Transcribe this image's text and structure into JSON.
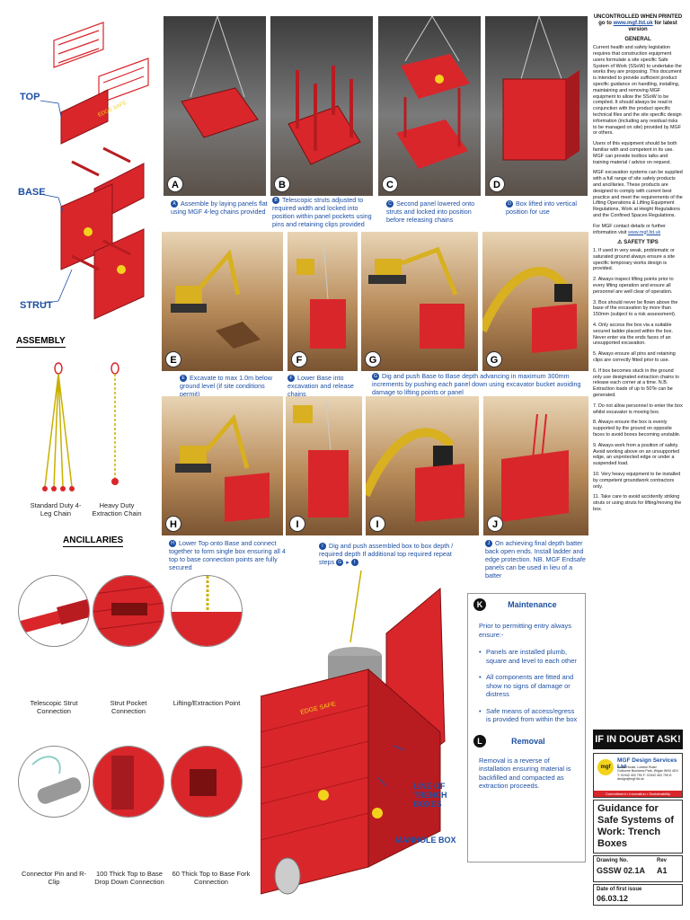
{
  "header": {
    "uncontrolled_line1": "UNCONTROLLED WHEN PRINTED",
    "uncontrolled_line2_pre": "go to",
    "uncontrolled_link": "www.mgf.ltd.uk",
    "uncontrolled_line2_post": "for latest version"
  },
  "general": {
    "title": "GENERAL",
    "p1": "Current health and safety legislation requires that construction equipment users formulate a site specific Safe System of Work (SSoW) to undertake the works they are proposing. This document is intended to provide sufficient product specific guidance on handling, installing, maintaining and removing MGF equipment to allow the SSoW to be compiled. It should always be read in conjunction with the product specific technical files and the site specific design information (including any residual risks to be managed on site) provided by MGF or others.",
    "p2": "Users of this equipment should be both familiar with and competent in its use. MGF can provide toolbox talks and training material / advice on request.",
    "p3": "MGF excavation systems can be supplied with a full range of site safety products and ancillaries. These products are designed to comply with current best practice and meet the requirements of the Lifting Operations & Lifting Equipment Regulations, Work at Height Regulations and the Confined Spaces Regulations.",
    "p4_pre": "For MGF contact details or further information visit",
    "p4_link": "www.mgf.ltd.uk"
  },
  "safety": {
    "title": "SAFETY TIPS",
    "tips": [
      "1. If used in very weak, problematic or saturated ground always ensure a site specific temporary works design is provided.",
      "2. Always inspect lifting points prior to every lifting operation and ensure all personnel are well clear of operation.",
      "3. Box should never be flown above the base of the excavation by more than 150mm (subject to a risk assessment).",
      "4. Only access the box via a suitable secured ladder placed within the box. Never enter via the ends faces of an unsupported excavation.",
      "5. Always ensure all pins and retaining clips are correctly fitted prior to use.",
      "6. If box becomes stuck in the ground only use designated extraction chains to release each corner at a time. N.B. Extraction loads of up to 50Te can be generated.",
      "7. Do not allow personnel to enter the box whilst excavator is moving box.",
      "8. Always ensure the box is evenly supported by the ground on opposite faces to avoid boxes becoming unstable.",
      "9. Always work from a position of safety. Avoid working above on an unsupported edge, an unprotected edge or under a suspended load.",
      "10. Very heavy equipment to be installed by competent groundwork contractors only.",
      "11. Take care to avoid accidently striking struts or using struts for lifting/moving the box."
    ]
  },
  "doubt": "IF IN DOUBT ASK!",
  "company": {
    "logo": "mgf",
    "name": "MGF Design Services Ltd",
    "addr1": "Grant House, Lowton Road",
    "addr2": "Golborne Business Park, Wigan WN3 4DX",
    "phone": "T: 01942 402 790  F: 01942 402 790  E: design@mgf.ltd.uk",
    "tagline": "Commitment • Innovation • Sustainability"
  },
  "doc": {
    "title": "Guidance for Safe Systems of Work: Trench Boxes",
    "drawing_no_label": "Drawing No.",
    "drawing_no": "GSSW 02.1A",
    "rev_label": "Rev",
    "rev": "A1",
    "date_label": "Date of first issue",
    "date": "06.03.12"
  },
  "assembly": {
    "top": "TOP",
    "base": "BASE",
    "strut": "STRUT",
    "heading": "ASSEMBLY",
    "chain1": "Standard Duty 4-Leg Chain",
    "chain2": "Heavy Duty Extraction Chain",
    "anc_heading": "ANCILLARIES",
    "panel_text": "EDGE SAFE"
  },
  "steps_row1": [
    {
      "letter": "A",
      "caption": "Assemble by laying panels flat using MGF 4-leg chains provided"
    },
    {
      "letter": "B",
      "caption": "Telescopic struts adjusted to required width and locked into position within panel pockets using pins and retaining clips provided"
    },
    {
      "letter": "C",
      "caption": "Second panel lowered onto struts and locked into position before releasing chains"
    },
    {
      "letter": "D",
      "caption": "Box lifted into vertical position for use"
    }
  ],
  "steps_row2": [
    {
      "letter": "E",
      "caption": "Excavate to max 1.0m below ground level (if site conditions permit)"
    },
    {
      "letter": "F",
      "caption": "Lower Base into excavation and release chains"
    },
    {
      "letter": "G",
      "caption": "Dig and push Base to Base depth advancing in maximum 300mm increments by pushing each panel down using excavator bucket avoiding damage to lifting points or panel"
    },
    {
      "letter": "G"
    }
  ],
  "steps_row3": [
    {
      "letter": "H",
      "caption": "Lower Top onto Base and connect together to form single box ensuring all 4 top to base connection points are fully secured"
    },
    {
      "letter": "I",
      "caption_pre": "Dig and push assembled box to box depth / required depth If additional top required repeat steps",
      "caption_from": "G",
      "caption_to": "I"
    },
    {
      "letter": "I"
    },
    {
      "letter": "J",
      "caption": "On achieving final depth batter back open ends. Install ladder and edge protection. NB. MGF Endsafe panels can be used in lieu of a batter"
    }
  ],
  "circles": [
    {
      "label": "Telescopic Strut Connection"
    },
    {
      "label": "Strut Pocket Connection"
    },
    {
      "label": "Lifting/Extraction Point"
    },
    {
      "label": "Connector Pin and R-Clip"
    },
    {
      "label": "100 Thick Top to Base Drop Down Connection"
    },
    {
      "label": "60 Thick Top to Base Fork Connection"
    }
  ],
  "maintenance": {
    "k": "K",
    "title": "Maintenance",
    "intro": "Prior to permitting entry always ensure:-",
    "items": [
      "Panels are installed plumb, square and level to each other",
      "All components are fitted and show no signs of damage or distress",
      "Safe means of access/egress is provided from within the box"
    ],
    "l": "L",
    "removal_title": "Removal",
    "removal_text": "Removal is a reverse of installation ensuring material is backfilled and compacted as extraction proceeds."
  },
  "scene": {
    "line_label": "LINE OF TRENCH BOXES",
    "manhole_label": "MANHOLE BOX",
    "panel_text": "EDGE SAFE"
  },
  "colors": {
    "brand_red": "#d9262b",
    "accent_blue": "#1d4fa3",
    "logo_yellow": "#f3d21b"
  }
}
